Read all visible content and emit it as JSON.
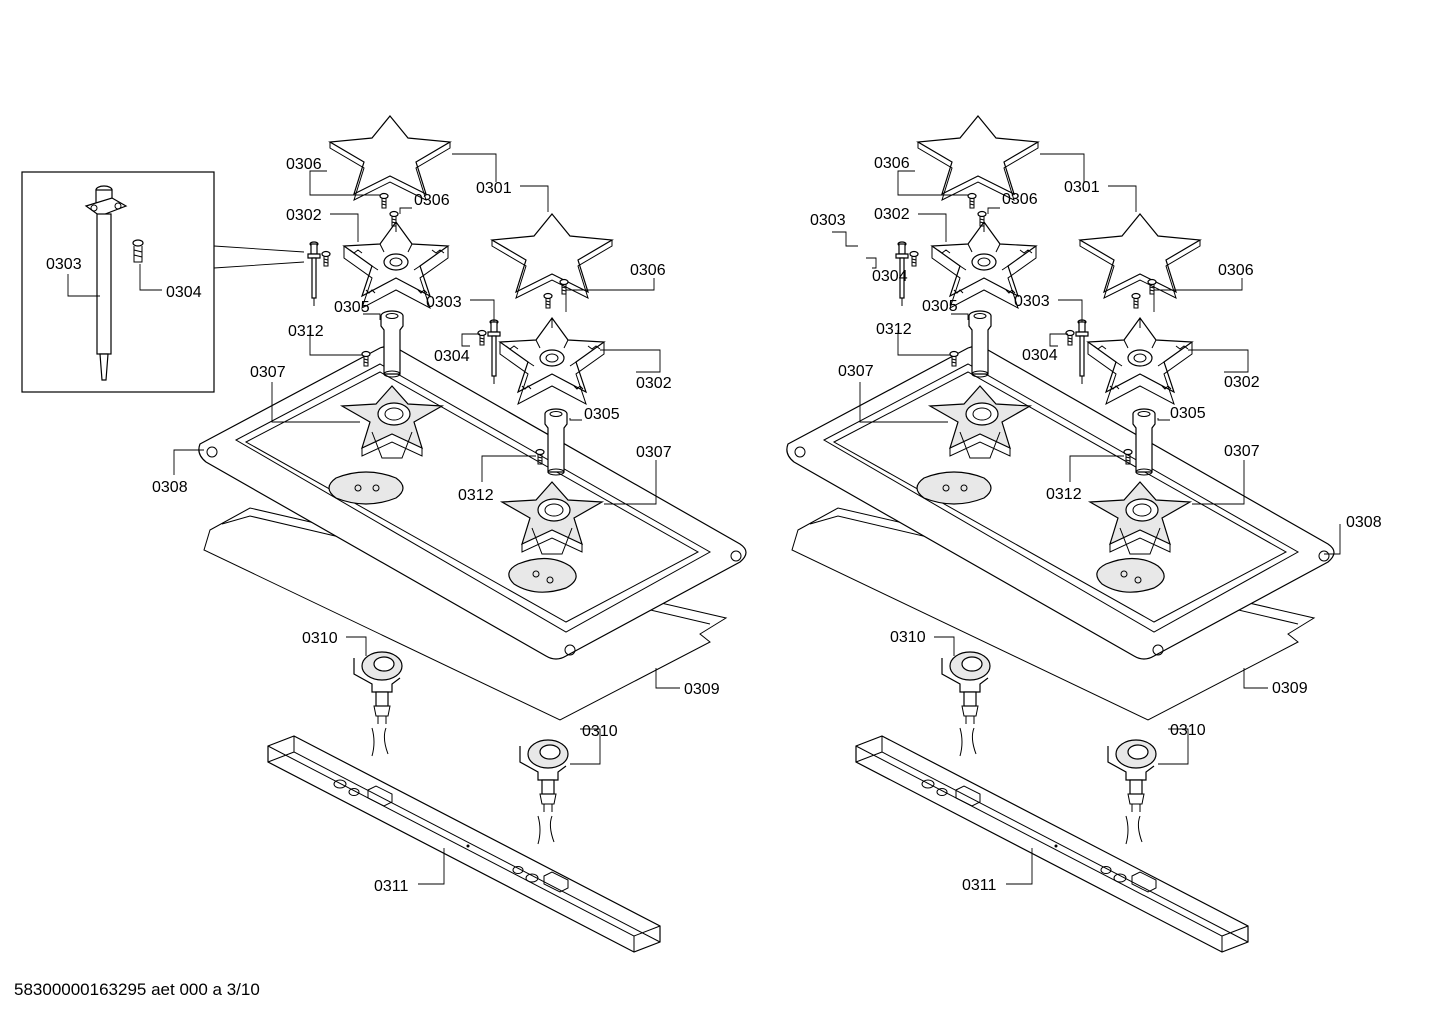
{
  "footer": {
    "document_code": "58300000163295 aet 000 a 3/10"
  },
  "left_assembly": {
    "labels": {
      "l0306a": "0306",
      "l0301": "0301",
      "l0302a": "0302",
      "l0306b": "0306",
      "l0303_inset": "0303",
      "l0304_inset": "0304",
      "l0305a": "0305",
      "l0303b": "0303",
      "l0306c": "0306",
      "l0312a": "0312",
      "l0304b": "0304",
      "l0307a": "0307",
      "l0302b": "0302",
      "l0305b": "0305",
      "l0308": "0308",
      "l0307b": "0307",
      "l0312b": "0312",
      "l0310a": "0310",
      "l0309": "0309",
      "l0310b": "0310",
      "l0311": "0311"
    }
  },
  "right_assembly": {
    "labels": {
      "l0306a": "0306",
      "l0301": "0301",
      "l0303a": "0303",
      "l0302a": "0302",
      "l0306b": "0306",
      "l0304a": "0304",
      "l0305a": "0305",
      "l0306c": "0306",
      "l0303b": "0303",
      "l0312a": "0312",
      "l0304b": "0304",
      "l0307a": "0307",
      "l0302b": "0302",
      "l0305b": "0305",
      "l0307b": "0307",
      "l0312b": "0312",
      "l0308": "0308",
      "l0310a": "0310",
      "l0309": "0309",
      "l0310b": "0310",
      "l0311": "0311"
    }
  }
}
